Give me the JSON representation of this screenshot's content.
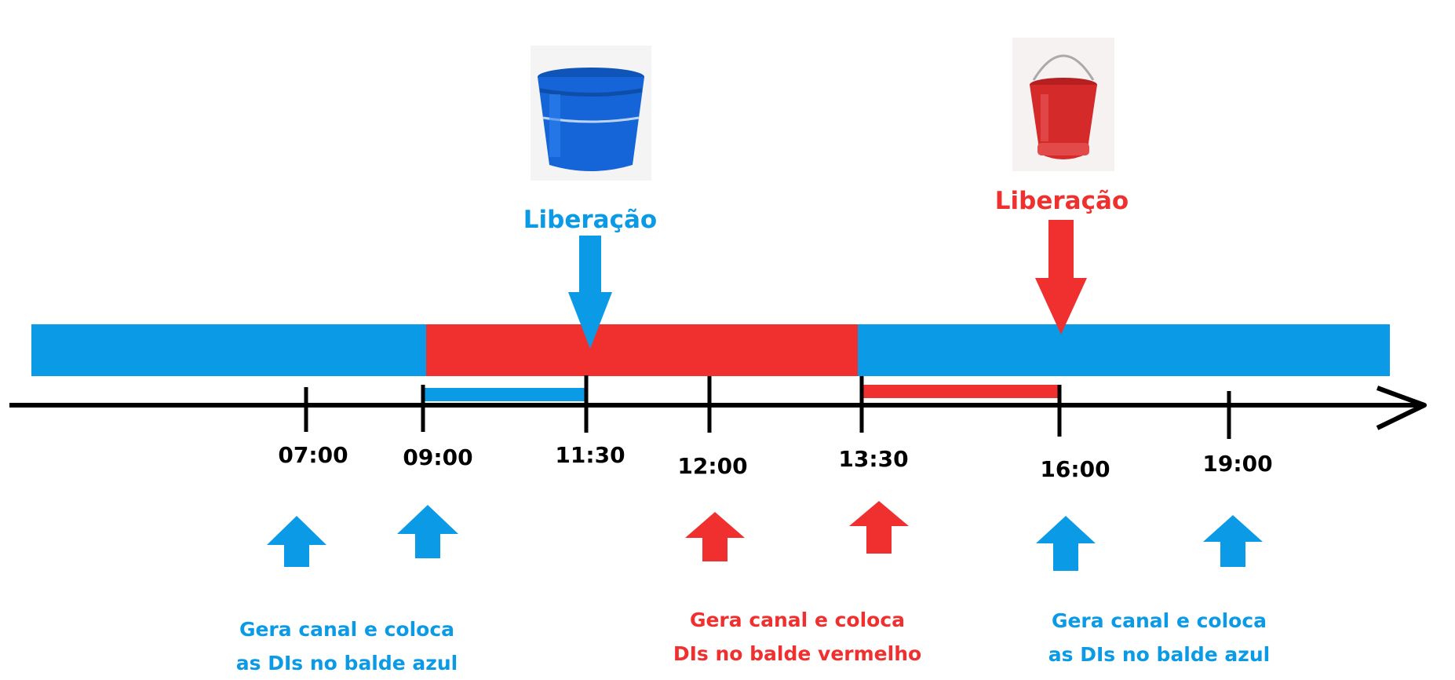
{
  "colors": {
    "blue": "#0b9ae6",
    "red": "#f0302e",
    "axis": "#000000",
    "bucket_blue": "#1565d8",
    "bucket_red": "#d42a2a"
  },
  "timeline": {
    "ticks": [
      "07:00",
      "09:00",
      "11:30",
      "12:00",
      "13:30",
      "16:00",
      "19:00"
    ]
  },
  "releases": [
    {
      "label": "Liberação",
      "color": "blue",
      "time": "11:30",
      "bucket": "blue-bucket"
    },
    {
      "label": "Liberação",
      "color": "red",
      "time": "16:00",
      "bucket": "red-bucket"
    }
  ],
  "notes": {
    "blue_left": {
      "line1": "Gera canal e coloca",
      "line2": "as DIs no balde azul"
    },
    "red_mid": {
      "line1": "Gera canal e coloca",
      "line2": "DIs no balde vermelho"
    },
    "blue_right": {
      "line1": "Gera canal e coloca",
      "line2": "as DIs no balde azul"
    }
  }
}
